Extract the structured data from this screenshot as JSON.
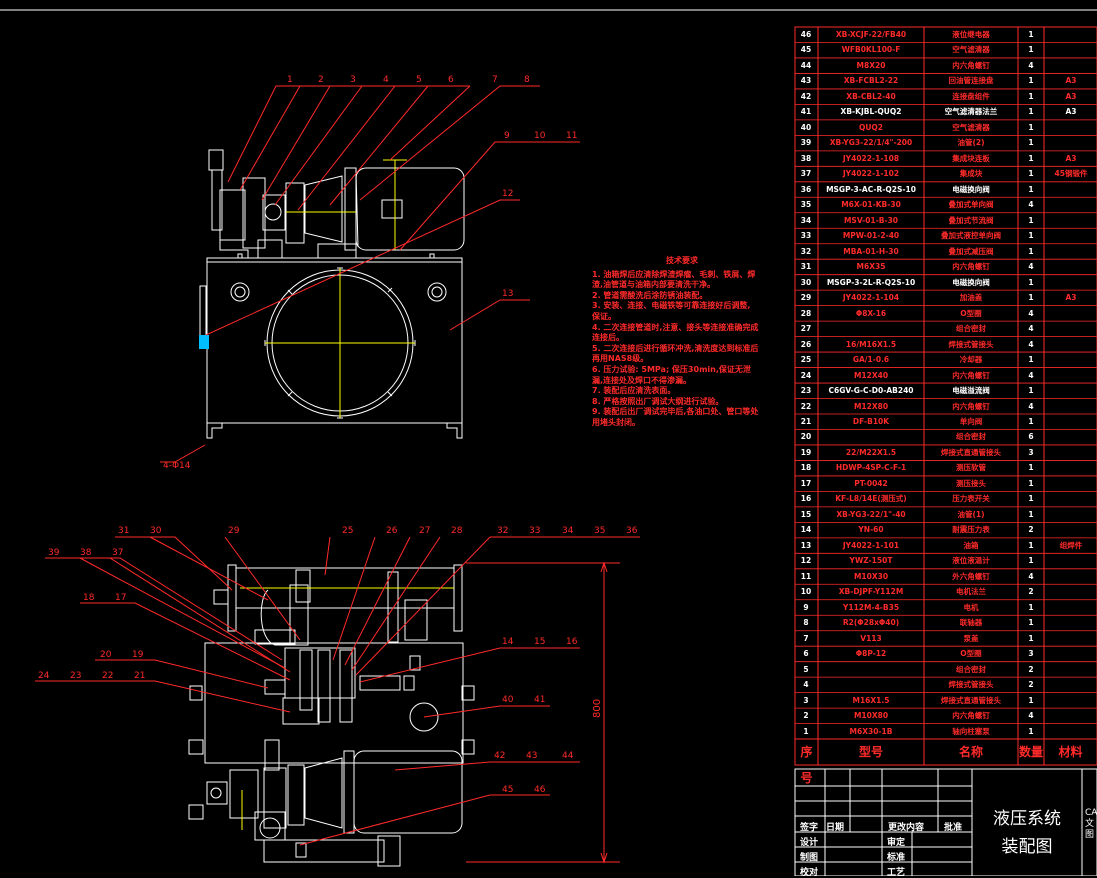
{
  "callouts_top": [
    "1",
    "2",
    "3",
    "4",
    "5",
    "6",
    "7",
    "8",
    "9",
    "10",
    "11",
    "12",
    "13"
  ],
  "callout_mount": "4-Φ14",
  "callouts_bottom": [
    "31",
    "30",
    "29",
    "25",
    "26",
    "27",
    "28",
    "32",
    "33",
    "34",
    "35",
    "36",
    "39",
    "38",
    "37",
    "18",
    "17",
    "20",
    "19",
    "24",
    "23",
    "22",
    "21",
    "14",
    "15",
    "16",
    "40",
    "41",
    "42",
    "43",
    "44",
    "45",
    "46"
  ],
  "dimension_height": "800",
  "tech_notes": {
    "title": "技术要求",
    "lines": [
      "1. 油箱焊后应清除焊渣焊瘤、毛刺、铁屑、焊",
      "渣,油管道与油箱内部要清洗干净。",
      "2. 管道需酸洗后涂防锈油装配。",
      "3. 安装、连接、电磁铁等可靠连接好后调整,",
      "保证。",
      "4. 二次连接管道时,注意、接头等连接准确完成",
      "连接后。",
      "5. 二次连接后进行循环冲洗,清洗度达到标准后",
      "再用NAS8级。",
      "6. 压力试验: 5MPa; 保压30min,保证无泄",
      "漏,连接处及焊口不得渗漏。",
      "7. 装配后应清洗表面。",
      "8. 严格按照出厂调试大纲进行试验。",
      "9. 装配后出厂调试完毕后,各油口处、管口等处",
      "用堵头封闭。"
    ]
  },
  "bom": {
    "header": {
      "no": "序号",
      "code": "型号",
      "name": "名称",
      "qty": "数量",
      "material": "材料"
    },
    "rows": [
      {
        "no": "46",
        "code": "XB-XCJF-22/FB40",
        "name": "液位继电器",
        "qty": "1",
        "material": "",
        "hl": false
      },
      {
        "no": "45",
        "code": "WFB0KL100-F",
        "name": "空气滤清器",
        "qty": "1",
        "material": "",
        "hl": false
      },
      {
        "no": "44",
        "code": "M8X20",
        "name": "内六角螺钉",
        "qty": "4",
        "material": "",
        "hl": false
      },
      {
        "no": "43",
        "code": "XB-FCBL2-22",
        "name": "回油管连接盘",
        "qty": "1",
        "material": "A3",
        "hl": false
      },
      {
        "no": "42",
        "code": "XB-CBL2-40",
        "name": "连接盘组件",
        "qty": "1",
        "material": "A3",
        "hl": false
      },
      {
        "no": "41",
        "code": "XB-KJBL-QUQ2",
        "name": "空气滤清器法兰",
        "qty": "1",
        "material": "A3",
        "hl": true
      },
      {
        "no": "40",
        "code": "QUQ2",
        "name": "空气滤清器",
        "qty": "1",
        "material": "",
        "hl": false
      },
      {
        "no": "39",
        "code": "XB-YG3-22/1/4\"-200",
        "name": "油管(2)",
        "qty": "1",
        "material": "",
        "hl": false
      },
      {
        "no": "38",
        "code": "JY4022-1-108",
        "name": "集成块连板",
        "qty": "1",
        "material": "A3",
        "hl": false
      },
      {
        "no": "37",
        "code": "JY4022-1-102",
        "name": "集成块",
        "qty": "1",
        "material": "45钢锻件",
        "hl": false
      },
      {
        "no": "36",
        "code": "MSGP-3-AC-R-Q2S-10",
        "name": "电磁换向阀",
        "qty": "1",
        "material": "",
        "hl": true
      },
      {
        "no": "35",
        "code": "M6X-01-KB-30",
        "name": "叠加式单向阀",
        "qty": "4",
        "material": "",
        "hl": false
      },
      {
        "no": "34",
        "code": "MSV-01-B-30",
        "name": "叠加式节流阀",
        "qty": "1",
        "material": "",
        "hl": false
      },
      {
        "no": "33",
        "code": "MPW-01-2-40",
        "name": "叠加式液控单向阀",
        "qty": "1",
        "material": "",
        "hl": false
      },
      {
        "no": "32",
        "code": "MBA-01-H-30",
        "name": "叠加式减压阀",
        "qty": "1",
        "material": "",
        "hl": false
      },
      {
        "no": "31",
        "code": "M6X35",
        "name": "内六角螺钉",
        "qty": "4",
        "material": "",
        "hl": false
      },
      {
        "no": "30",
        "code": "MSGP-3-2L-R-Q2S-10",
        "name": "电磁换向阀",
        "qty": "1",
        "material": "",
        "hl": true
      },
      {
        "no": "29",
        "code": "JY4022-1-104",
        "name": "加油盖",
        "qty": "1",
        "material": "A3",
        "hl": false
      },
      {
        "no": "28",
        "code": "Φ8X-16",
        "name": "O型圈",
        "qty": "4",
        "material": "",
        "hl": false
      },
      {
        "no": "27",
        "code": "",
        "name": "组合密封",
        "qty": "4",
        "material": "",
        "hl": false
      },
      {
        "no": "26",
        "code": "16/M16X1.5",
        "name": "焊接式管接头",
        "qty": "4",
        "material": "",
        "hl": false
      },
      {
        "no": "25",
        "code": "GA/1-0.6",
        "name": "冷却器",
        "qty": "1",
        "material": "",
        "hl": false
      },
      {
        "no": "24",
        "code": "M12X40",
        "name": "内六角螺钉",
        "qty": "4",
        "material": "",
        "hl": false
      },
      {
        "no": "23",
        "code": "C6GV-G-C-D0-AB240",
        "name": "电磁溢流阀",
        "qty": "1",
        "material": "",
        "hl": true
      },
      {
        "no": "22",
        "code": "M12X80",
        "name": "内六角螺钉",
        "qty": "4",
        "material": "",
        "hl": false
      },
      {
        "no": "21",
        "code": "DF-B10K",
        "name": "单向阀",
        "qty": "1",
        "material": "",
        "hl": false
      },
      {
        "no": "20",
        "code": "",
        "name": "组合密封",
        "qty": "6",
        "material": "",
        "hl": false
      },
      {
        "no": "19",
        "code": "22/M22X1.5",
        "name": "焊接式直通管接头",
        "qty": "3",
        "material": "",
        "hl": false
      },
      {
        "no": "18",
        "code": "HDWP-4SP-C-F-1",
        "name": "测压软管",
        "qty": "1",
        "material": "",
        "hl": false
      },
      {
        "no": "17",
        "code": "PT-0042",
        "name": "测压接头",
        "qty": "1",
        "material": "",
        "hl": false
      },
      {
        "no": "16",
        "code": "KF-L8/14E(测压式)",
        "name": "压力表开关",
        "qty": "1",
        "material": "",
        "hl": false
      },
      {
        "no": "15",
        "code": "XB-YG3-22/1\"-40",
        "name": "油管(1)",
        "qty": "1",
        "material": "",
        "hl": false
      },
      {
        "no": "14",
        "code": "YN-60",
        "name": "耐震压力表",
        "qty": "2",
        "material": "",
        "hl": false
      },
      {
        "no": "13",
        "code": "JY4022-1-101",
        "name": "油箱",
        "qty": "1",
        "material": "组焊件",
        "hl": false
      },
      {
        "no": "12",
        "code": "YWZ-150T",
        "name": "液位液温计",
        "qty": "1",
        "material": "",
        "hl": false
      },
      {
        "no": "11",
        "code": "M10X30",
        "name": "外六角螺钉",
        "qty": "4",
        "material": "",
        "hl": false
      },
      {
        "no": "10",
        "code": "XB-DJPF-Y112M",
        "name": "电机法兰",
        "qty": "2",
        "material": "",
        "hl": false
      },
      {
        "no": "9",
        "code": "Y112M-4-B35",
        "name": "电机",
        "qty": "1",
        "material": "",
        "hl": false
      },
      {
        "no": "8",
        "code": "R2(Φ28xΦ40)",
        "name": "联轴器",
        "qty": "1",
        "material": "",
        "hl": false
      },
      {
        "no": "7",
        "code": "V113",
        "name": "泵盖",
        "qty": "1",
        "material": "",
        "hl": false
      },
      {
        "no": "6",
        "code": "Φ8P-12",
        "name": "O型圈",
        "qty": "3",
        "material": "",
        "hl": false
      },
      {
        "no": "5",
        "code": "",
        "name": "组合密封",
        "qty": "2",
        "material": "",
        "hl": false
      },
      {
        "no": "4",
        "code": "",
        "name": "焊接式管接头",
        "qty": "2",
        "material": "",
        "hl": false
      },
      {
        "no": "3",
        "code": "M16X1.5",
        "name": "焊接式直通管接头",
        "qty": "1",
        "material": "",
        "hl": false
      },
      {
        "no": "2",
        "code": "M10X80",
        "name": "内六角螺钉",
        "qty": "4",
        "material": "",
        "hl": false
      },
      {
        "no": "1",
        "code": "M6X30-1B",
        "name": "轴向柱塞泵",
        "qty": "1",
        "material": "",
        "hl": false
      }
    ]
  },
  "title_block": {
    "title_line1": "液压系统",
    "title_line2": "装配图",
    "labels": [
      "签字",
      "日期",
      "更改内容",
      "批准",
      "设计",
      "审定",
      "制图",
      "标准",
      "校对",
      "工艺"
    ],
    "cad_stub": [
      "CA",
      "文",
      "图"
    ]
  },
  "colors": {
    "background": "#000000",
    "outline": "#ffffff",
    "leader": "#ff2a2a",
    "centerline": "#ffff00",
    "accent": "#00bfff"
  }
}
